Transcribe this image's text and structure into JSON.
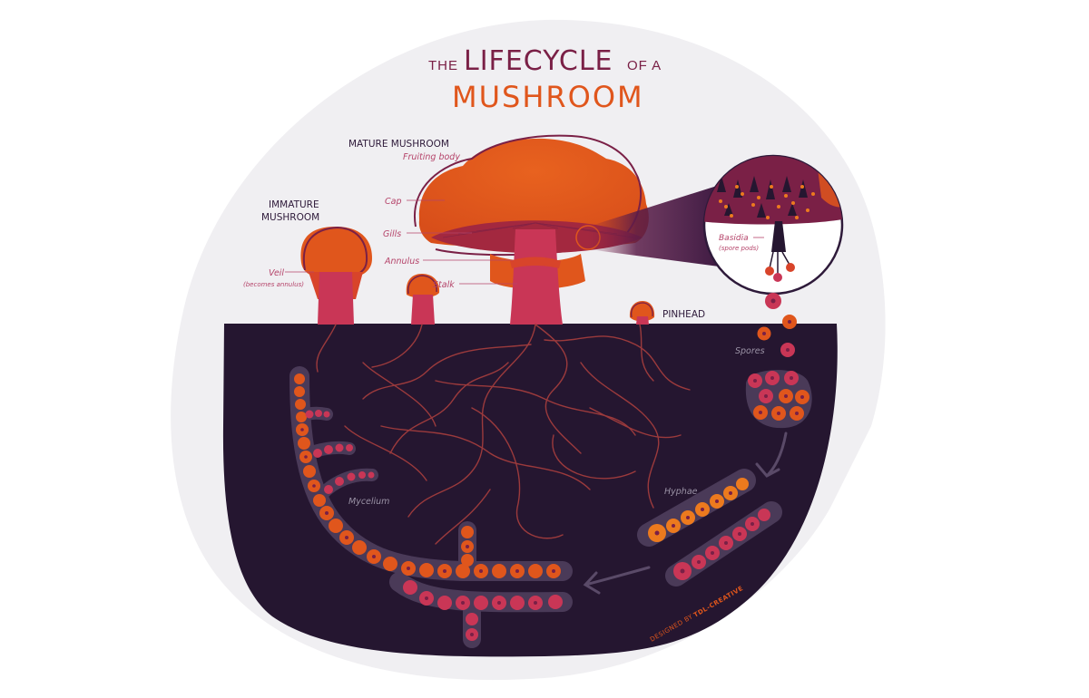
{
  "title": {
    "the": "THE",
    "lifecycle": "LIFECYCLE",
    "of_a": "OF A",
    "mushroom": "MUSHROOM"
  },
  "labels": {
    "mature_mushroom": "MATURE MUSHROOM",
    "fruiting_body": "Fruiting body",
    "immature_line1": "IMMATURE",
    "immature_line2": "MUSHROOM",
    "cap": "Cap",
    "gills": "Gills",
    "annulus": "Annulus",
    "stalk": "Stalk",
    "veil": "Veil",
    "veil_note": "(becomes annulus)",
    "pinhead": "PINHEAD",
    "basidia": "Basidia",
    "basidia_note": "(spore pods)",
    "spores": "Spores",
    "hyphae": "Hyphae",
    "mycelium": "Mycelium"
  },
  "credit": {
    "prefix": "DESIGNED BY",
    "name": "TDL-CREATIVE"
  },
  "colors": {
    "background_blob": "#f0eff2",
    "soil": "#251630",
    "plum": "#7a2046",
    "orange": "#e0561c",
    "crimson": "#c93656",
    "amber": "#ec7a1e",
    "label_pink": "#b5446a",
    "gray_text": "#9b93a6"
  }
}
